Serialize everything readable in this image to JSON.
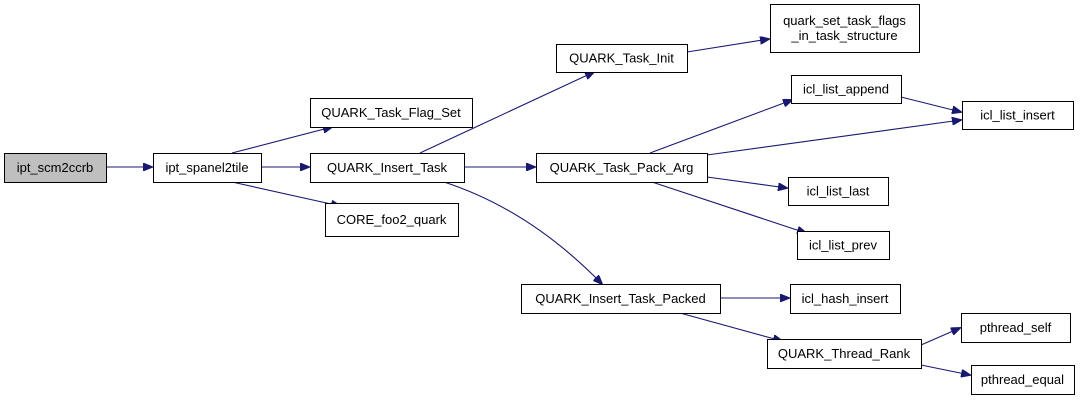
{
  "colors": {
    "edge": "#191970",
    "node_border": "#000000",
    "node_fill": "#ffffff",
    "root_fill": "#bfbfbf"
  },
  "nodes": [
    {
      "id": "ipt_scm2ccrb",
      "lines": [
        "ipt_scm2ccrb"
      ],
      "root": true
    },
    {
      "id": "ipt_spanel2tile",
      "lines": [
        "ipt_spanel2tile"
      ]
    },
    {
      "id": "QUARK_Task_Flag_Set",
      "lines": [
        "QUARK_Task_Flag_Set"
      ]
    },
    {
      "id": "QUARK_Insert_Task",
      "lines": [
        "QUARK_Insert_Task"
      ]
    },
    {
      "id": "CORE_foo2_quark",
      "lines": [
        "CORE_foo2_quark"
      ]
    },
    {
      "id": "QUARK_Task_Init",
      "lines": [
        "QUARK_Task_Init"
      ]
    },
    {
      "id": "QUARK_Task_Pack_Arg",
      "lines": [
        "QUARK_Task_Pack_Arg"
      ]
    },
    {
      "id": "QUARK_Insert_Task_Packed",
      "lines": [
        "QUARK_Insert_Task_Packed"
      ]
    },
    {
      "id": "quark_set_task_flags_in_task_structure",
      "lines": [
        "quark_set_task_flags",
        "_in_task_structure"
      ]
    },
    {
      "id": "icl_list_append",
      "lines": [
        "icl_list_append"
      ]
    },
    {
      "id": "icl_list_insert",
      "lines": [
        "icl_list_insert"
      ]
    },
    {
      "id": "icl_list_last",
      "lines": [
        "icl_list_last"
      ]
    },
    {
      "id": "icl_list_prev",
      "lines": [
        "icl_list_prev"
      ]
    },
    {
      "id": "icl_hash_insert",
      "lines": [
        "icl_hash_insert"
      ]
    },
    {
      "id": "QUARK_Thread_Rank",
      "lines": [
        "QUARK_Thread_Rank"
      ]
    },
    {
      "id": "pthread_self",
      "lines": [
        "pthread_self"
      ]
    },
    {
      "id": "pthread_equal",
      "lines": [
        "pthread_equal"
      ]
    }
  ],
  "edges": [
    {
      "from": "ipt_scm2ccrb",
      "to": "ipt_spanel2tile"
    },
    {
      "from": "ipt_spanel2tile",
      "to": "QUARK_Task_Flag_Set"
    },
    {
      "from": "ipt_spanel2tile",
      "to": "QUARK_Insert_Task"
    },
    {
      "from": "ipt_spanel2tile",
      "to": "CORE_foo2_quark"
    },
    {
      "from": "QUARK_Insert_Task",
      "to": "QUARK_Task_Init"
    },
    {
      "from": "QUARK_Insert_Task",
      "to": "QUARK_Task_Pack_Arg"
    },
    {
      "from": "QUARK_Insert_Task",
      "to": "QUARK_Insert_Task_Packed"
    },
    {
      "from": "QUARK_Task_Init",
      "to": "quark_set_task_flags_in_task_structure"
    },
    {
      "from": "QUARK_Task_Pack_Arg",
      "to": "icl_list_append"
    },
    {
      "from": "QUARK_Task_Pack_Arg",
      "to": "icl_list_insert"
    },
    {
      "from": "QUARK_Task_Pack_Arg",
      "to": "icl_list_last"
    },
    {
      "from": "QUARK_Task_Pack_Arg",
      "to": "icl_list_prev"
    },
    {
      "from": "icl_list_append",
      "to": "icl_list_insert"
    },
    {
      "from": "QUARK_Insert_Task_Packed",
      "to": "icl_hash_insert"
    },
    {
      "from": "QUARK_Insert_Task_Packed",
      "to": "QUARK_Thread_Rank"
    },
    {
      "from": "QUARK_Thread_Rank",
      "to": "pthread_self"
    },
    {
      "from": "QUARK_Thread_Rank",
      "to": "pthread_equal"
    }
  ]
}
